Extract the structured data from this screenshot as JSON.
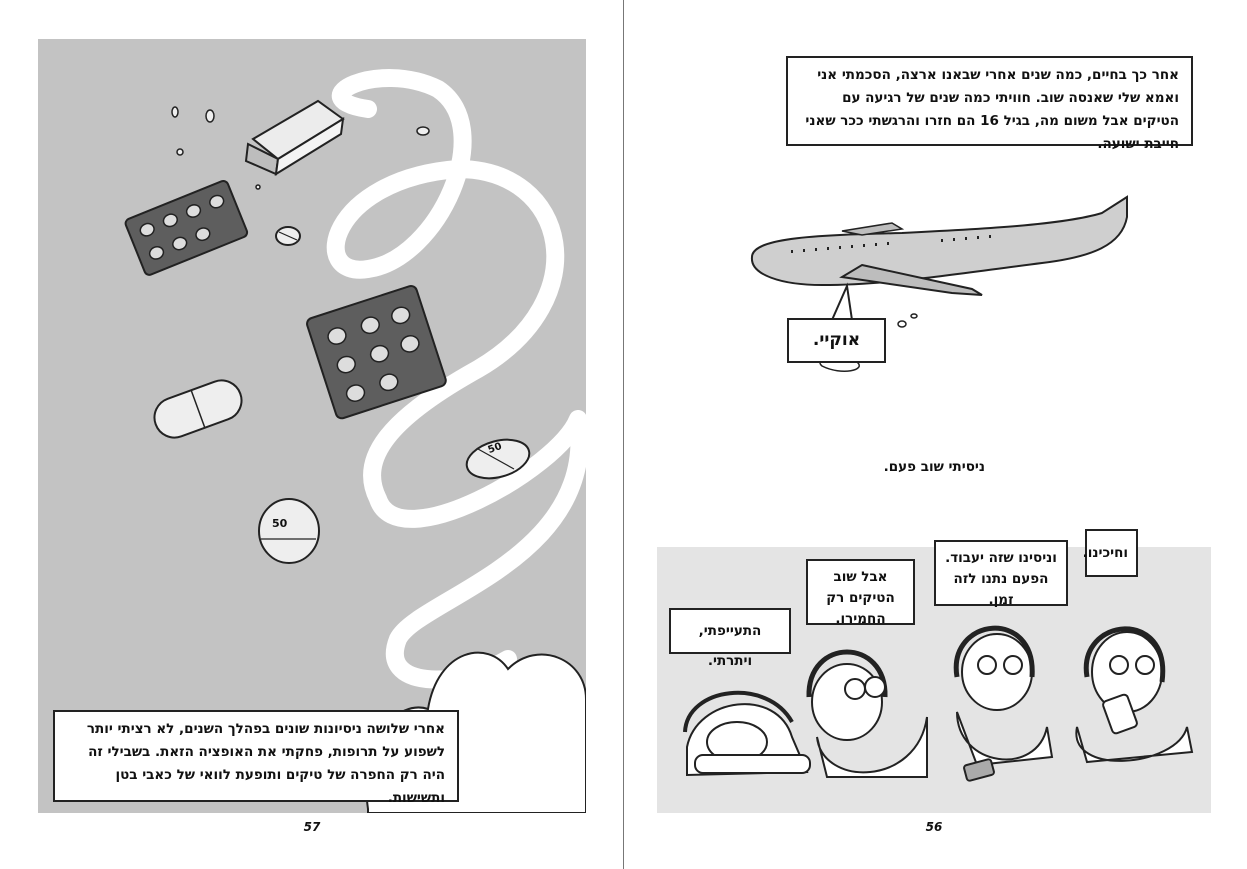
{
  "left_page": {
    "caption": "אחרי שלושה ניסיונות שונים בפהלך השנים, לא רציתי יותר לשפוע על תרופות, פחקתי את האופציה הזאת. בשבילי זה היה רק החפרה של טיקים ותופעת לוואי של כאבי בטן ותשישות.",
    "pill_label_1": "50",
    "pill_label_2": "50",
    "page_number": "57"
  },
  "right_page": {
    "caption": "אחר כך בחיים, כמה שנים אחרי שבאנו ארצה, הסכמתי אני ואמא שלי שאנסה שוב. חוויתי כמה שנים של רגיעה עם הטיקים אבל משום מה, בגיל 16 הם חזרו והרגשתי ככר שאני חייבת ישועה.",
    "speech_bubble": "אוקיי.",
    "narration": "ניסיתי שוב פעם.",
    "panel_captions": [
      "וחיכינו.",
      "וניסינו שזה יעבוד. הפעם נתנו לזה זמן.",
      "אבל שוב הטיקים רק החמירו.",
      "התעייפתי, ויתרתי."
    ],
    "page_number": "56"
  }
}
